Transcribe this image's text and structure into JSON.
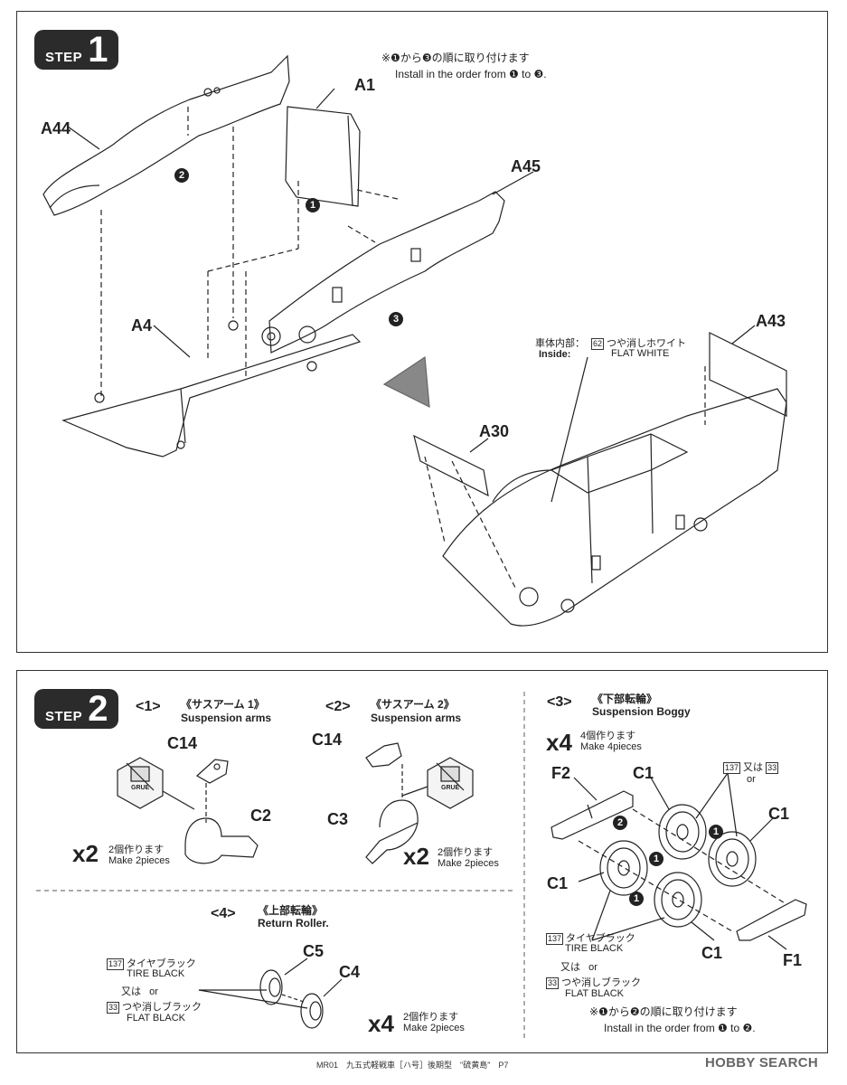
{
  "step1": {
    "step_word": "STEP",
    "step_number": "1",
    "order_note_jp": "※❶から❸の順に取り付けます",
    "order_note_en": "Install in the order from ❶ to ❸.",
    "parts": [
      "A1",
      "A44",
      "A45",
      "A4",
      "A43",
      "A30"
    ],
    "markers": [
      "1",
      "2",
      "3"
    ],
    "inside_label_jp": "車体内部：",
    "inside_label_en": "Inside:",
    "paint_code": "62",
    "paint_jp": "つや消しホワイト",
    "paint_en": "FLAT WHITE"
  },
  "step2": {
    "step_word": "STEP",
    "step_number": "2",
    "sub1": {
      "num": "<1>",
      "title_jp": "《サスアーム 1》",
      "title_en": "Suspension arms",
      "parts": [
        "C14",
        "C2"
      ],
      "qty": "x2",
      "qty_jp": "2個作ります",
      "qty_en": "Make 2pieces",
      "glue": "GRUE"
    },
    "sub2": {
      "num": "<2>",
      "title_jp": "《サスアーム 2》",
      "title_en": "Suspension arms",
      "parts": [
        "C14",
        "C3"
      ],
      "qty": "x2",
      "qty_jp": "2個作ります",
      "qty_en": "Make 2pieces",
      "glue": "GRUE"
    },
    "sub3": {
      "num": "<3>",
      "title_jp": "《下部転輪》",
      "title_en": "Suspension Boggy",
      "qty": "x4",
      "qty_jp": "4個作ります",
      "qty_en": "Make 4pieces",
      "parts": [
        "F2",
        "C1",
        "C1",
        "C1",
        "C1",
        "F1"
      ],
      "markers": [
        "1",
        "2",
        "1",
        "1"
      ],
      "paint_top_code": "137",
      "paint_top_or_jp": "又は",
      "paint_top_code2": "33",
      "paint_top_or_en": "or",
      "paint1_code": "137",
      "paint1_jp": "タイヤブラック",
      "paint1_en": "TIRE BLACK",
      "or_jp": "又は",
      "or_en": "or",
      "paint2_code": "33",
      "paint2_jp": "つや消しブラック",
      "paint2_en": "FLAT BLACK",
      "order_jp": "※❶から❷の順に取り付けます",
      "order_en": "Install in the order from ❶ to ❷."
    },
    "sub4": {
      "num": "<4>",
      "title_jp": "《上部転輪》",
      "title_en": "Return Roller.",
      "parts": [
        "C5",
        "C4"
      ],
      "qty": "x4",
      "qty_jp": "2個作ります",
      "qty_en": "Make 2pieces",
      "paint1_code": "137",
      "paint1_jp": "タイヤブラック",
      "paint1_en": "TIRE BLACK",
      "or_jp": "又は",
      "or_en": "or",
      "paint2_code": "33",
      "paint2_jp": "つや消しブラック",
      "paint2_en": "FLAT BLACK"
    }
  },
  "footer": {
    "text": "MR01　九五式軽戦車［ハ号］後期型　\"硫黄島\"　P7",
    "logo": "HOBBY SEARCH"
  }
}
